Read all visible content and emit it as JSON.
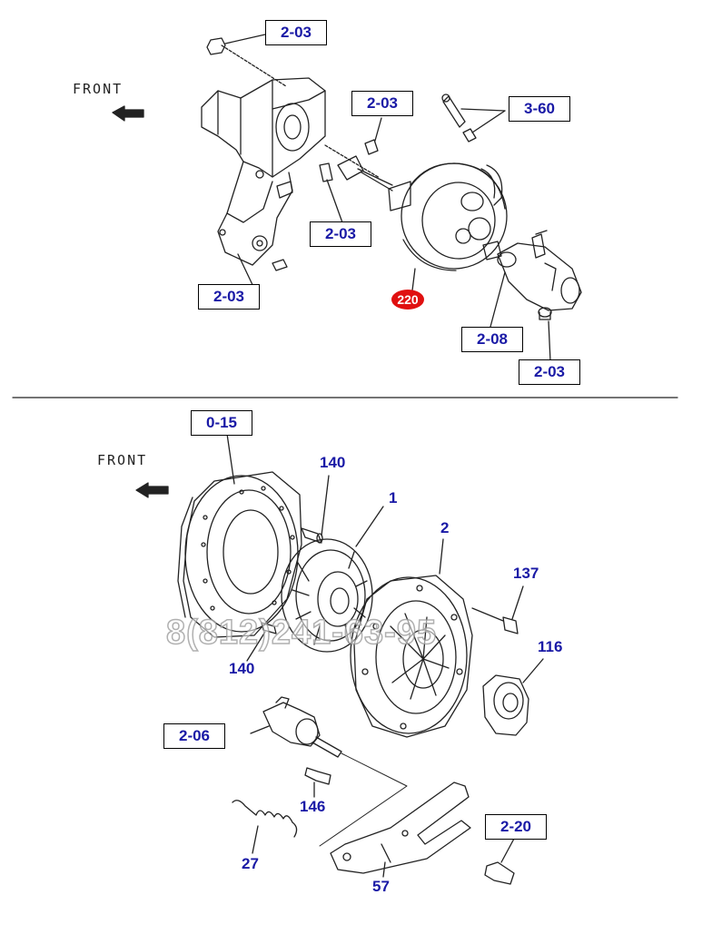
{
  "top_section": {
    "front_label": "FRONT",
    "refs": {
      "bolt_top": "2-03",
      "bolt_mid": "2-03",
      "hose": "3-60",
      "clip": "2-03",
      "bracket": "2-03",
      "master_cyl": "2-08",
      "nut": "2-03"
    },
    "highlight_badge": "220"
  },
  "bottom_section": {
    "front_label": "FRONT",
    "refs": {
      "flywheel": "0-15",
      "slave_cyl": "2-06",
      "pivot": "2-20"
    },
    "numbers": {
      "pin_top": "140",
      "disc": "1",
      "cover": "2",
      "bolt": "137",
      "bearing": "116",
      "pin_bottom": "140",
      "bleeder": "146",
      "spring": "27",
      "fork": "57"
    },
    "watermark": "8(812)241-63-95"
  },
  "colors": {
    "label_text": "#1a1aa6",
    "badge": "#e01010"
  }
}
